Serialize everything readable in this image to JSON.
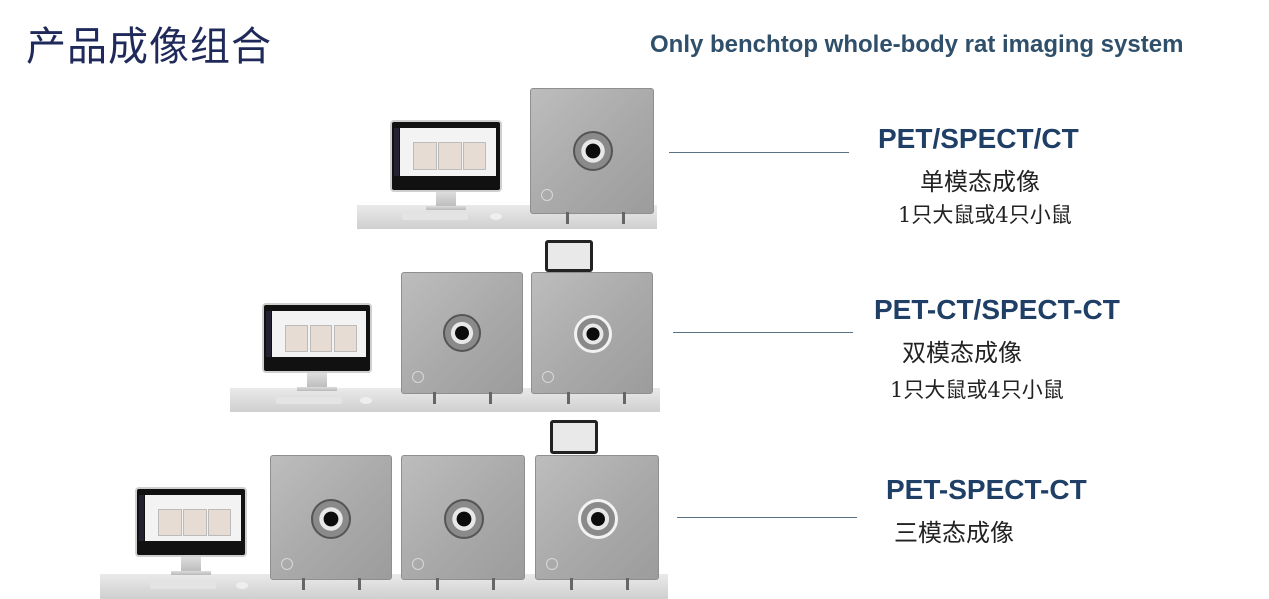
{
  "header": {
    "title": "产品成像组合",
    "subtitle": "Only benchtop whole-body rat imaging system"
  },
  "products": [
    {
      "name": "PET/SPECT/CT",
      "mode": "单模态成像",
      "capacity": "1只大鼠或4只小鼠"
    },
    {
      "name": "PET-CT/SPECT-CT",
      "mode": "双模态成像",
      "capacity": "1只大鼠或4只小鼠"
    },
    {
      "name": "PET-SPECT-CT",
      "mode": "三模态成像"
    }
  ],
  "colors": {
    "title": "#1f2a5a",
    "subtitle": "#2f4f6a",
    "product_name": "#1f3f66",
    "leader_line": "#5a7286"
  }
}
